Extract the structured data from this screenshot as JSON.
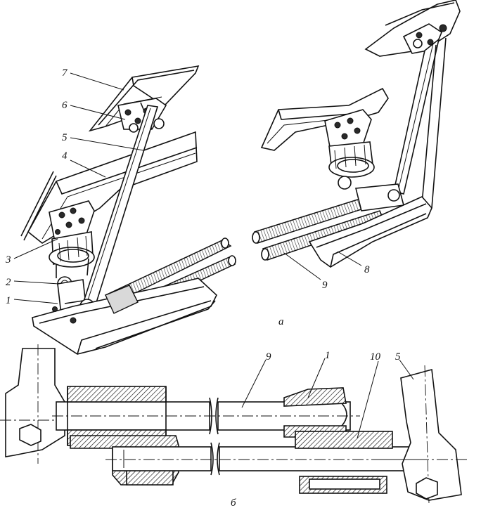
{
  "figure": {
    "view_a_label": "а",
    "view_b_label": "б",
    "callouts": {
      "n1": "1",
      "n2": "2",
      "n3": "3",
      "n4": "4",
      "n5": "5",
      "n6": "6",
      "n7": "7",
      "n8": "8",
      "n9": "9",
      "n1_section": "1",
      "n9_section": "9",
      "n10": "10",
      "n5_section": "5"
    }
  }
}
